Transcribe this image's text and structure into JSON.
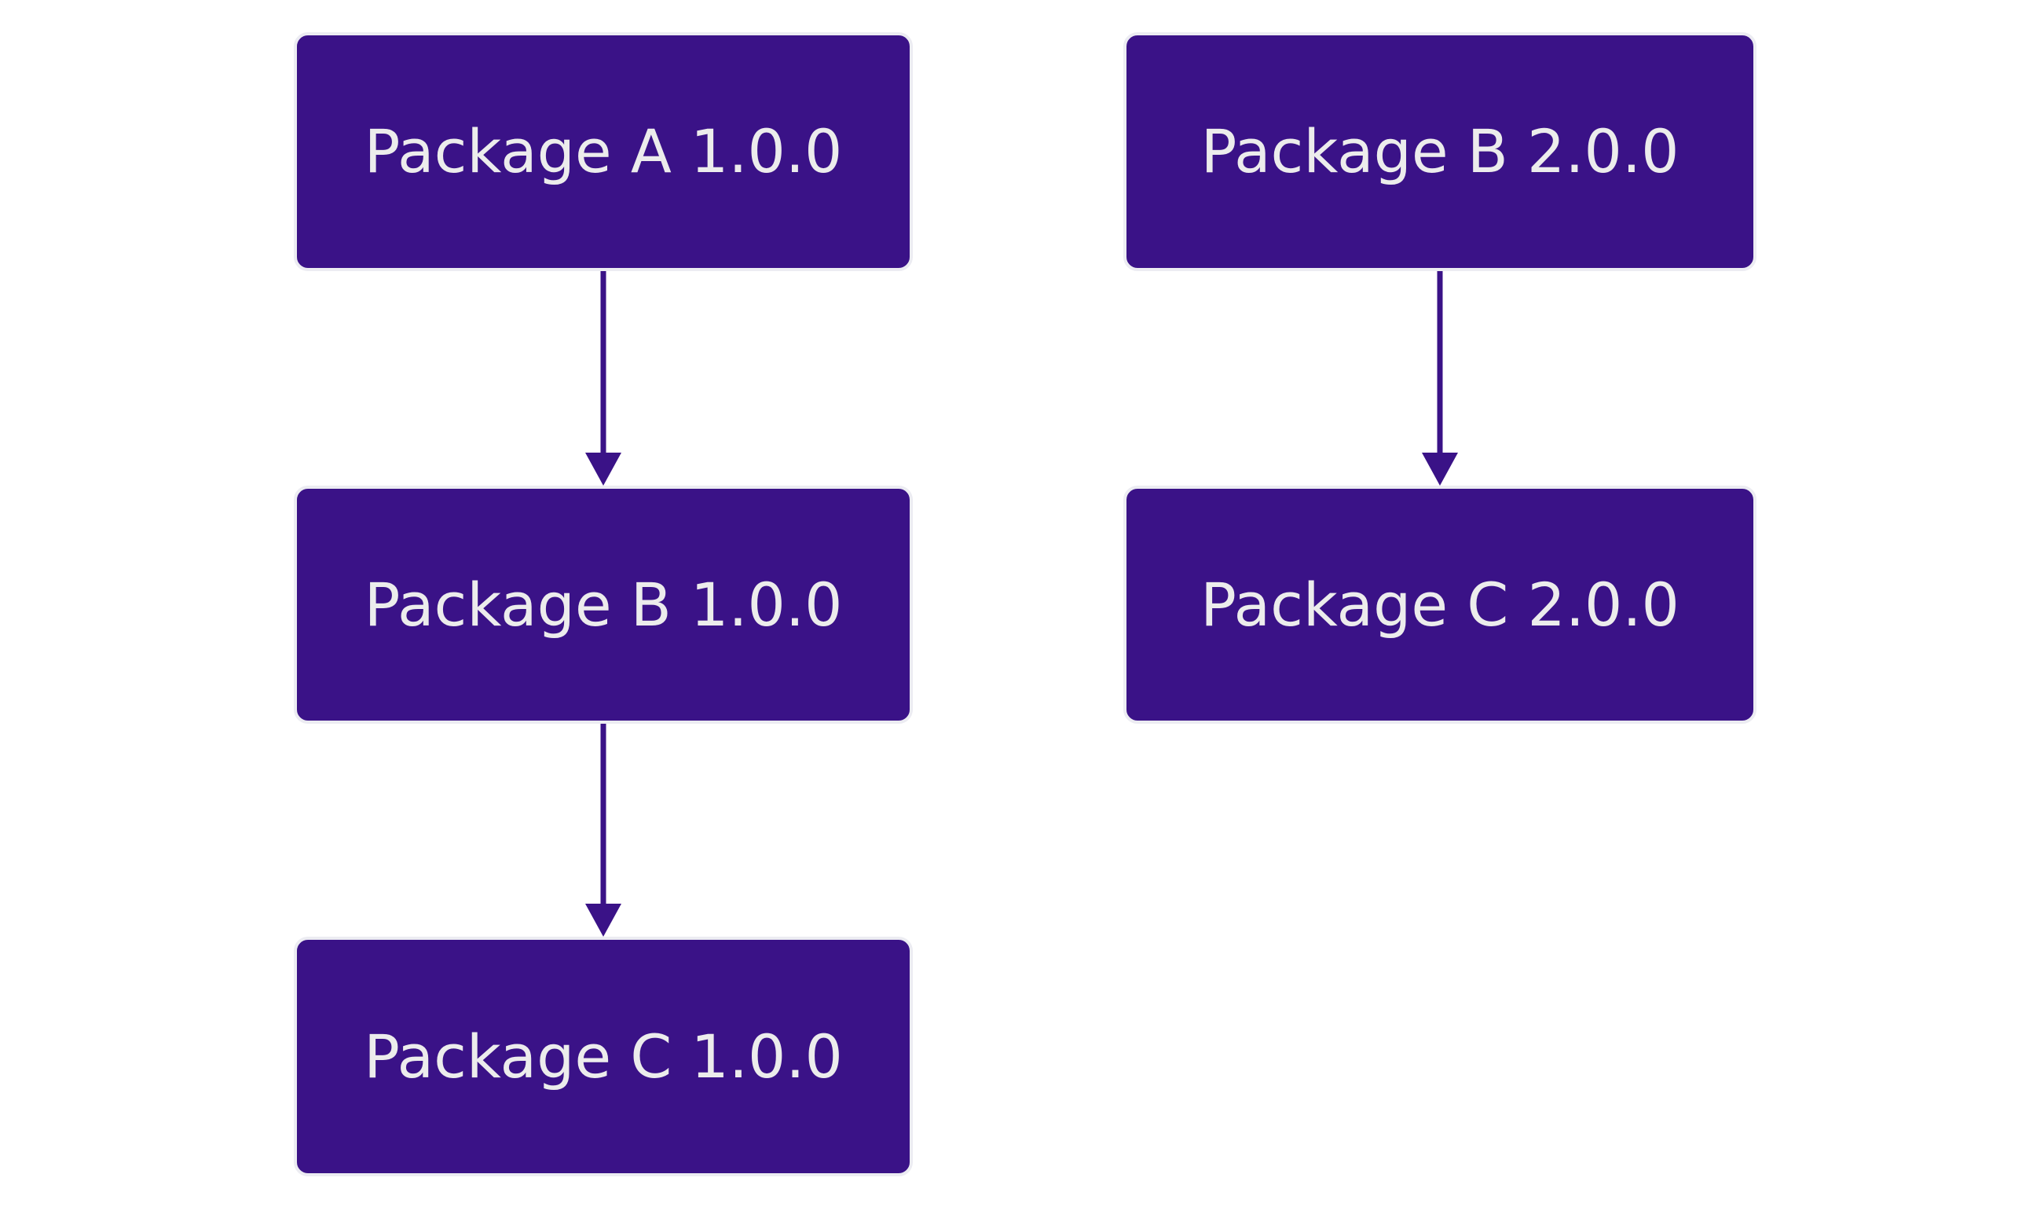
{
  "diagram": {
    "type": "package-dependency-flowchart",
    "direction": "top-down",
    "nodes": [
      {
        "id": "a1",
        "label": "Package A 1.0.0",
        "column": "left",
        "row": 0
      },
      {
        "id": "b1",
        "label": "Package B 1.0.0",
        "column": "left",
        "row": 1
      },
      {
        "id": "c1",
        "label": "Package C 1.0.0",
        "column": "left",
        "row": 2
      },
      {
        "id": "b2",
        "label": "Package B 2.0.0",
        "column": "right",
        "row": 0
      },
      {
        "id": "c2",
        "label": "Package C 2.0.0",
        "column": "right",
        "row": 1
      }
    ],
    "edges": [
      {
        "from": "Package A 1.0.0",
        "to": "Package B 1.0.0"
      },
      {
        "from": "Package B 1.0.0",
        "to": "Package C 1.0.0"
      },
      {
        "from": "Package B 2.0.0",
        "to": "Package C 2.0.0"
      }
    ]
  },
  "theme": {
    "background": "#ffffff",
    "node_fill": "#3a1287",
    "node_border": "#ececf2",
    "node_text": "#ececec",
    "arrow_color": "#3a1287"
  }
}
